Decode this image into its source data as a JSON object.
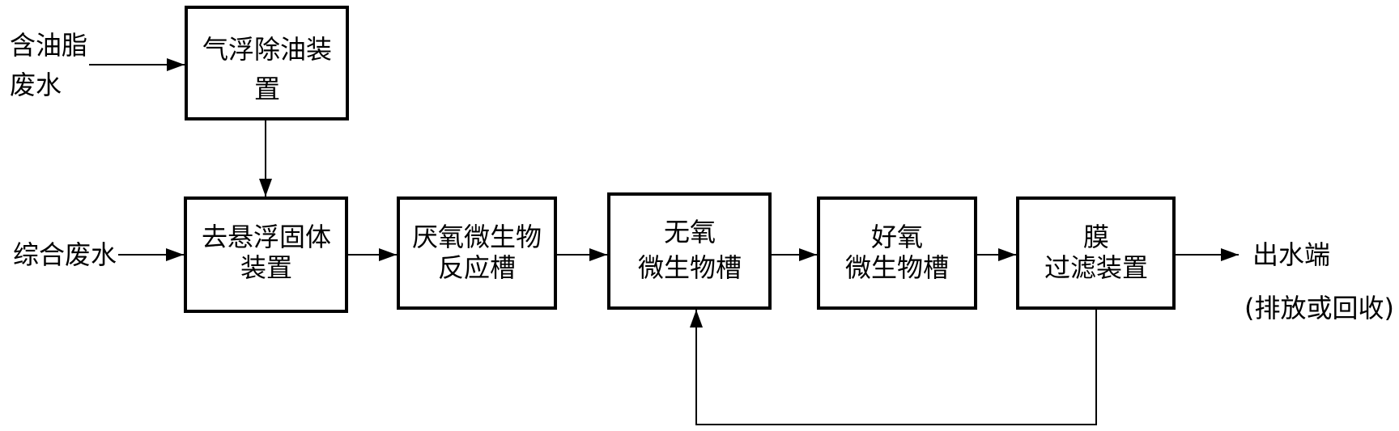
{
  "diagram": {
    "inputs": {
      "oily_wastewater": {
        "lines": [
          "含油脂",
          "废水"
        ]
      },
      "combined_wastewater": {
        "label": "综合废水"
      }
    },
    "nodes": [
      {
        "lines": [
          "气浮除油装",
          "置"
        ]
      },
      {
        "lines": [
          "去悬浮固体",
          "装置"
        ]
      },
      {
        "lines": [
          "厌氧微生物",
          "反应槽"
        ]
      },
      {
        "lines": [
          "无氧",
          "微生物槽"
        ]
      },
      {
        "lines": [
          "好氧",
          "微生物槽"
        ]
      },
      {
        "lines": [
          "膜",
          "过滤装置"
        ]
      }
    ],
    "output": {
      "label": "出水端",
      "note": "(排放或回收)"
    }
  },
  "colors": {
    "stroke": "#000000",
    "text": "#000000",
    "background": "#ffffff"
  }
}
